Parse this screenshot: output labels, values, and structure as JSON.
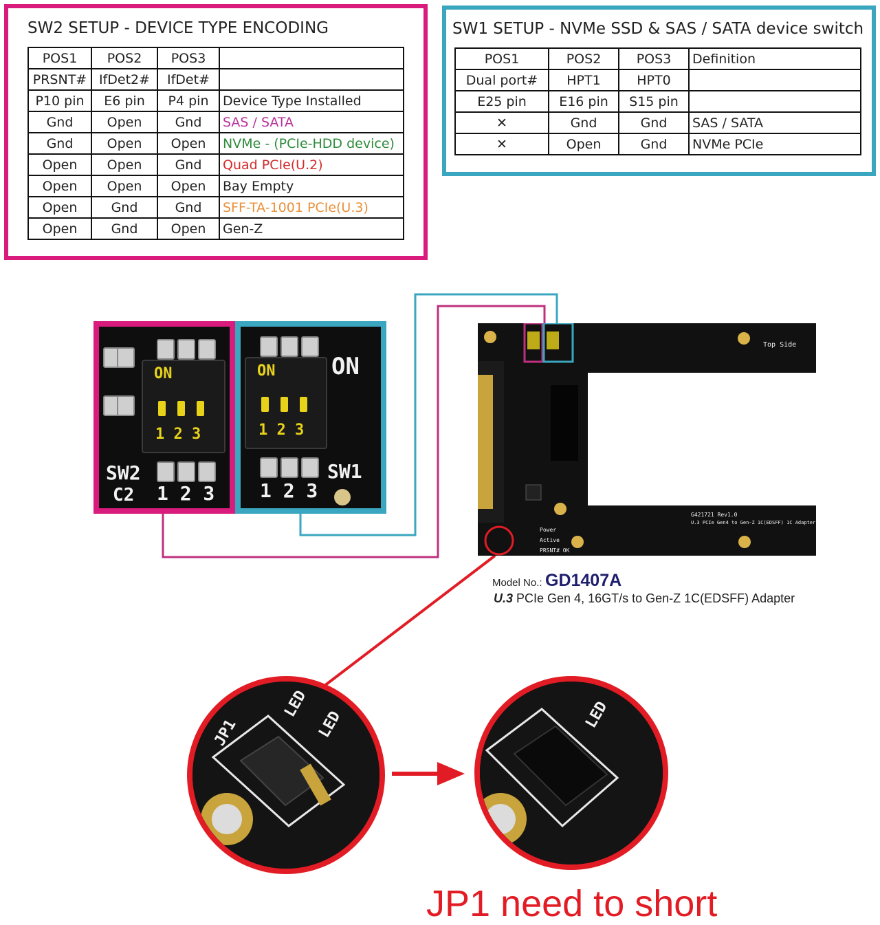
{
  "sw2": {
    "title": "SW2 SETUP - DEVICE TYPE ENCODING",
    "rows": [
      {
        "pos1": "POS1",
        "pos2": "POS2",
        "pos3": "POS3",
        "def": "",
        "color": "#222222"
      },
      {
        "pos1": "PRSNT#",
        "pos2": "IfDet2#",
        "pos3": "IfDet#",
        "def": "",
        "color": "#222222"
      },
      {
        "pos1": "P10 pin",
        "pos2": "E6 pin",
        "pos3": "P4 pin",
        "def": "Device Type Installed",
        "color": "#222222"
      },
      {
        "pos1": "Gnd",
        "pos2": "Open",
        "pos3": "Gnd",
        "def": "SAS / SATA",
        "color": "#b8329a"
      },
      {
        "pos1": "Gnd",
        "pos2": "Open",
        "pos3": "Open",
        "def": "NVMe - (PCIe-HDD device)",
        "color": "#2e8b3a"
      },
      {
        "pos1": "Open",
        "pos2": "Open",
        "pos3": "Gnd",
        "def": "Quad PCIe(U.2)",
        "color": "#d42a2a"
      },
      {
        "pos1": "Open",
        "pos2": "Open",
        "pos3": "Open",
        "def": "Bay Empty",
        "color": "#222222"
      },
      {
        "pos1": "Open",
        "pos2": "Gnd",
        "pos3": "Gnd",
        "def": "SFF-TA-1001 PCIe(U.3)",
        "color": "#e8913a"
      },
      {
        "pos1": "Open",
        "pos2": "Gnd",
        "pos3": "Open",
        "def": "Gen-Z",
        "color": "#222222"
      }
    ]
  },
  "sw1": {
    "title": "SW1 SETUP - NVMe SSD & SAS / SATA device switch",
    "rows": [
      {
        "pos1": "POS1",
        "pos2": "POS2",
        "pos3": "POS3",
        "def": "Definition"
      },
      {
        "pos1": "Dual port#",
        "pos2": "HPT1",
        "pos3": "HPT0",
        "def": ""
      },
      {
        "pos1": "E25 pin",
        "pos2": "E16 pin",
        "pos3": "S15 pin",
        "def": ""
      },
      {
        "pos1": "✕",
        "pos2": "Gnd",
        "pos3": "Gnd",
        "def": "SAS / SATA"
      },
      {
        "pos1": "✕",
        "pos2": "Open",
        "pos3": "Gnd",
        "def": "NVMe PCIe"
      }
    ]
  },
  "photo": {
    "sw2_label": "SW2",
    "sw2_sub": "C2",
    "sw1_label": "SW1",
    "on_label": "ON",
    "dip_on": "ON",
    "dip_nums": "1 2 3",
    "pin_nums": "1 2 3"
  },
  "pcb": {
    "top_side": "Top Side",
    "led_power": "Power",
    "led_active": "Active",
    "led_prsnt": "PRSNT# OK",
    "rev": "G421721 Rev1.0",
    "desc": "U.3 PCIe Gen4 to Gen-Z 1C(EDSFF) 1C Adapter"
  },
  "model": {
    "label": "Model No.:",
    "number": "GD1407A",
    "subtitle_italic": "U.3",
    "subtitle_rest": " PCIe Gen 4, 16GT/s to Gen-Z 1C(EDSFF) Adapter"
  },
  "zoom": {
    "jp1": "JP1",
    "led": "LED",
    "caption": "JP1 need to short"
  },
  "colors": {
    "magenta": "#d81b7d",
    "teal": "#3aa6bf",
    "red": "#e21c24",
    "pcb": "#111111",
    "dip": "#e8d21a"
  }
}
